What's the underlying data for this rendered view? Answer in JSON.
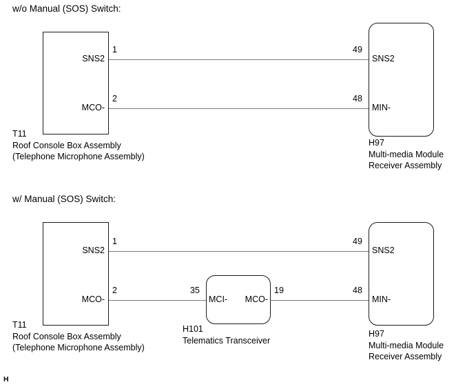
{
  "diagrams": [
    {
      "heading": "w/o Manual (SOS) Switch:",
      "components": [
        {
          "id": "T11",
          "desc_line1": "Roof Console Box Assembly",
          "desc_line2": "(Telephone Microphone Assembly)",
          "shape": "square",
          "pins": [
            {
              "name": "SNS2",
              "number": "1"
            },
            {
              "name": "MCO-",
              "number": "2"
            }
          ]
        },
        {
          "id": "H97",
          "desc_line1": "Multi-media Module",
          "desc_line2": "Receiver Assembly",
          "shape": "rounded",
          "pins": [
            {
              "name": "SNS2",
              "number": "49"
            },
            {
              "name": "MIN-",
              "number": "48"
            }
          ]
        }
      ]
    },
    {
      "heading": "w/ Manual (SOS) Switch:",
      "components": [
        {
          "id": "T11",
          "desc_line1": "Roof Console Box Assembly",
          "desc_line2": "(Telephone Microphone Assembly)",
          "shape": "square",
          "pins": [
            {
              "name": "SNS2",
              "number": "1"
            },
            {
              "name": "MCO-",
              "number": "2"
            }
          ]
        },
        {
          "id": "H101",
          "desc_line1": "Telematics Transceiver",
          "desc_line2": "",
          "shape": "rounded",
          "pins": [
            {
              "name": "MCI-",
              "number": "35"
            },
            {
              "name": "MCO-",
              "number": "19"
            }
          ]
        },
        {
          "id": "H97",
          "desc_line1": "Multi-media Module",
          "desc_line2": "Receiver Assembly",
          "shape": "rounded",
          "pins": [
            {
              "name": "SNS2",
              "number": "49"
            },
            {
              "name": "MIN-",
              "number": "48"
            }
          ]
        }
      ]
    }
  ],
  "page_mark": "H",
  "colors": {
    "wire": "#7b7b7b",
    "outline": "#1a1a1a",
    "text": "#000000",
    "background": "#ffffff"
  }
}
